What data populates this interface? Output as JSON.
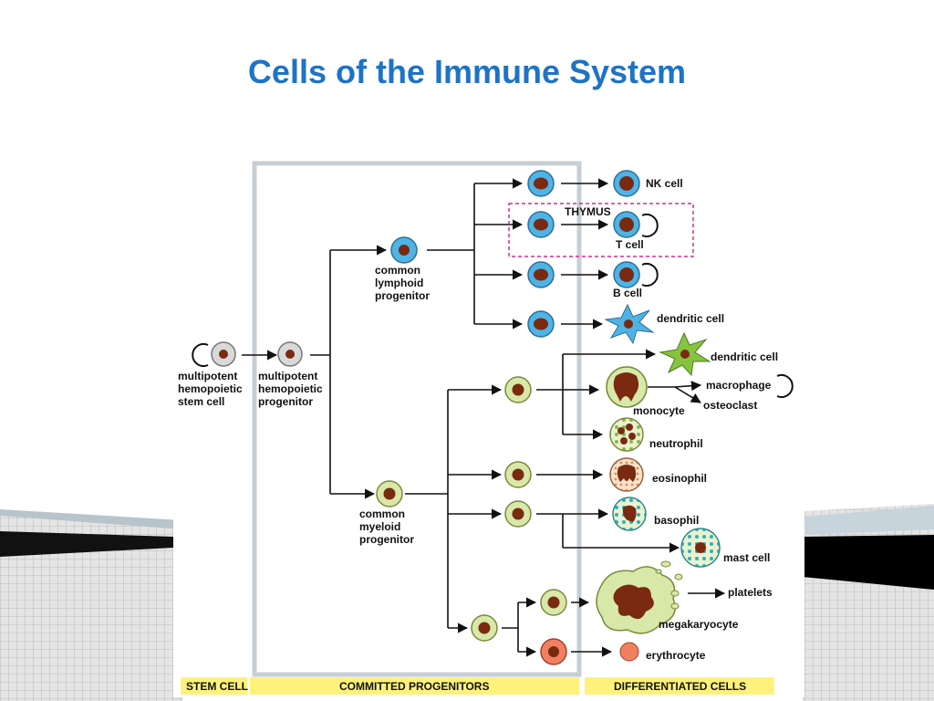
{
  "title": "Cells of the Immune System",
  "colors": {
    "title": "#1f73c4",
    "lymphoid_cell": "#4fb3e6",
    "myeloid_cell": "#d8e8a8",
    "nucleus": "#7a2a10",
    "thymus_box": "#d0308a",
    "band": "#fff27a",
    "erythrocyte": "#f08060"
  },
  "diagram": {
    "stem_labels": {
      "stem_cell": [
        "multipotent",
        "hemopoietic",
        "stem cell"
      ],
      "progenitor": [
        "multipotent",
        "hemopoietic",
        "progenitor"
      ],
      "lymphoid": [
        "common",
        "lymphoid",
        "progenitor"
      ],
      "myeloid": [
        "common",
        "myeloid",
        "progenitor"
      ]
    },
    "thymus": "THYMUS",
    "cells": {
      "nk": "NK cell",
      "t": "T cell",
      "b": "B cell",
      "dendritic_lymphoid": "dendritic cell",
      "dendritic_myeloid": "dendritic cell",
      "macrophage": "macrophage",
      "osteoclast": "osteoclast",
      "monocyte": "monocyte",
      "neutrophil": "neutrophil",
      "eosinophil": "eosinophil",
      "basophil": "basophil",
      "mast": "mast cell",
      "platelets": "platelets",
      "megakaryocyte": "megakaryocyte",
      "erythrocyte": "erythrocyte"
    },
    "bands": {
      "stem": "STEM CELL",
      "committed": "COMMITTED PROGENITORS",
      "differentiated": "DIFFERENTIATED CELLS"
    }
  }
}
